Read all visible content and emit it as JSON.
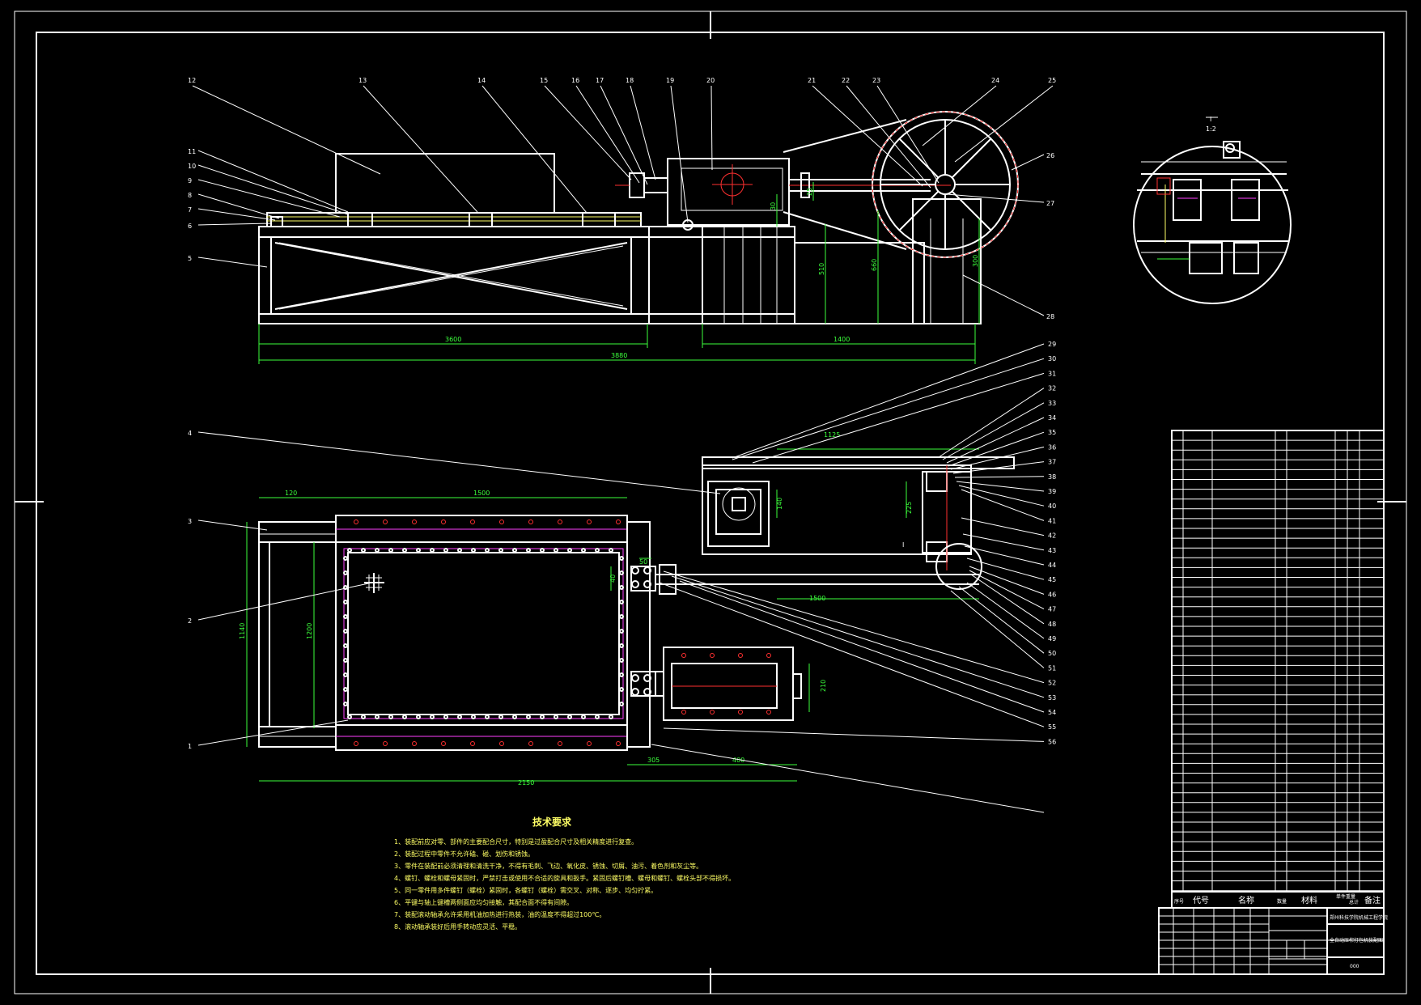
{
  "drawing": {
    "part_numbers_top": [
      "12",
      "13",
      "14",
      "15",
      "16",
      "17",
      "18",
      "19",
      "20",
      "21",
      "22",
      "23",
      "24",
      "25"
    ],
    "part_numbers_top_left": [
      "11",
      "10",
      "9",
      "8",
      "7",
      "6",
      "5"
    ],
    "part_numbers_top_right": [
      "26",
      "27",
      "28"
    ],
    "part_numbers_right": [
      "29",
      "30",
      "31",
      "32",
      "33",
      "34",
      "35",
      "36",
      "37",
      "38",
      "39",
      "40",
      "41",
      "42",
      "43",
      "44",
      "45",
      "46",
      "47",
      "48",
      "49",
      "50",
      "51",
      "52",
      "53",
      "54",
      "55",
      "56"
    ],
    "part_numbers_left_plan": [
      "4",
      "3",
      "2",
      "1"
    ],
    "dims_front": {
      "d_3600": "3600",
      "d_3880": "3880",
      "d_1400": "1400",
      "d_510": "510",
      "d_660": "660",
      "d_300": "300",
      "d_25": "25",
      "d_30": "30"
    },
    "dims_plan": {
      "d_120": "120",
      "d_1500": "1500",
      "d_1140": "1140",
      "d_1200": "1200",
      "d_50": "50",
      "d_40": "40",
      "d_2150": "2150",
      "d_305": "305",
      "d_400": "400",
      "d_210": "210",
      "d_1125": "1125",
      "d_1500b": "1500",
      "d_140": "140",
      "d_225": "225"
    },
    "detail_label": "I",
    "detail_scale": "1:2",
    "plan_section_label": "I"
  },
  "technical_requirements": {
    "title": "技术要求",
    "lines": [
      "1、装配前应对零、部件的主要配合尺寸，特别是过盈配合尺寸及相关精度进行复查。",
      "2、装配过程中零件不允许磕、碰、划伤和锈蚀。",
      "3、零件在装配前必须清理和清洗干净，不得有毛刺、飞边、氧化皮、锈蚀、切屑、油污、着色剂和灰尘等。",
      "4、螺钉、螺栓和螺母紧固时，严禁打击或使用不合适的旋具和扳手。紧固后螺钉槽、螺母和螺钉、螺栓头部不得损坏。",
      "5、同一零件用多件螺钉（螺栓）紧固时，各螺钉（螺栓）需交叉、对称、逐步、均匀拧紧。",
      "6、平键与轴上键槽两侧面应均匀接触，其配合面不得有间隙。",
      "7、装配滚动轴承允许采用机油加热进行热装，油的温度不得超过100℃。",
      "8、滚动轴承装好后用手转动应灵活、平稳。"
    ]
  },
  "title_block": {
    "header_labels": [
      "序号",
      "代号",
      "名称",
      "数量",
      "材料",
      "单件重量",
      "总计",
      "备注"
    ],
    "company": "郑州科技学院机械工程学院",
    "drawing_name": "全自动压榨打包机装配图",
    "drawing_no": "000"
  }
}
